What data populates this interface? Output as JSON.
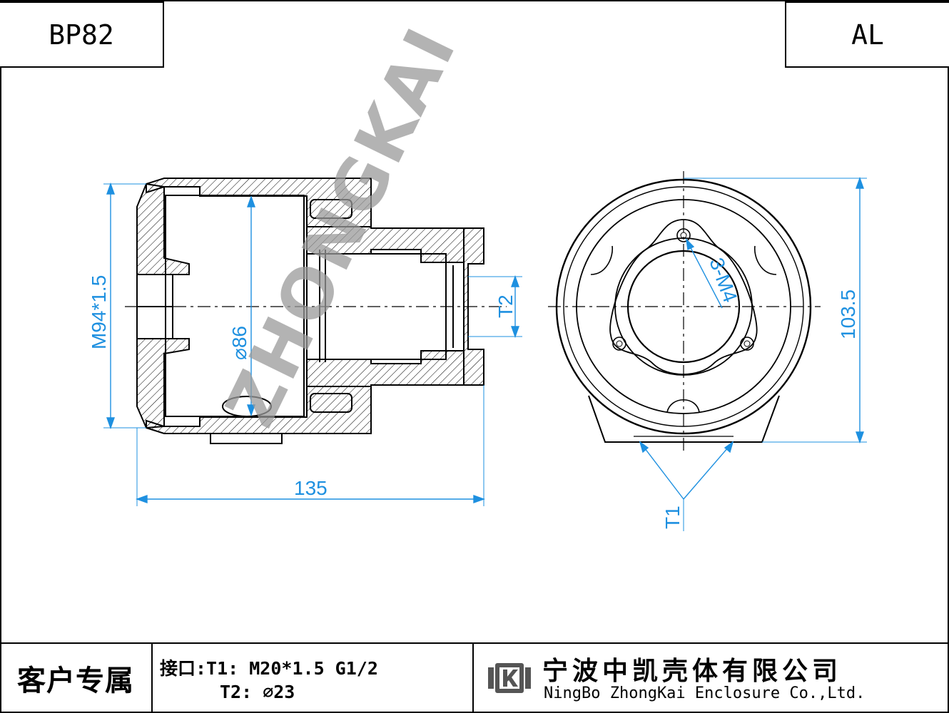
{
  "header": {
    "model": "BP82",
    "material": "AL"
  },
  "watermark": "ZHONGKAI",
  "dimensions": {
    "thread": "M94*1.5",
    "inner_diameter": "⌀86",
    "length": "135",
    "port_t2": "T2",
    "height": "103.5",
    "holes": "3-M4",
    "port_t1": "T1"
  },
  "footer": {
    "customer_label": "客户专属",
    "ports_line1": "接口:T1: M20*1.5 G1/2",
    "ports_line2": "T2: ⌀23",
    "company_cn": "宁波中凯壳体有限公司",
    "company_en": "NingBo ZhongKai Enclosure Co.,Ltd."
  },
  "colors": {
    "line": "#000000",
    "dimension": "#1e90e0",
    "watermark": "#9a9a9a"
  }
}
